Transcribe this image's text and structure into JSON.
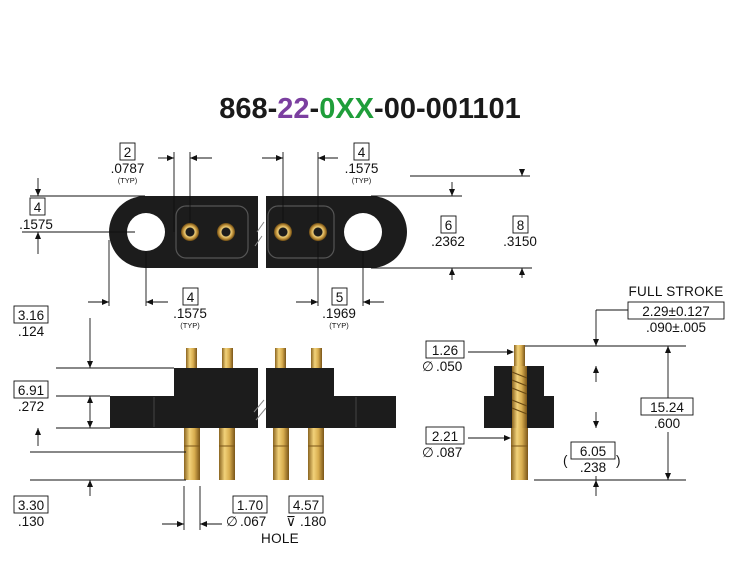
{
  "part_number": {
    "prefix": "868-",
    "positions": "22",
    "sep1": "-",
    "variant": "0XX",
    "suffix": "-00-001101"
  },
  "colors": {
    "text": "#1a1a1a",
    "positions_accent": "#7b3fa0",
    "variant_accent": "#1f9e3a",
    "housing": "#1c1c1c",
    "pin_gold": "#d4a84b"
  },
  "top_view": {
    "pitch_mm": "2",
    "pitch_in": ".0787",
    "pitch_typ": "(TYP)",
    "end_mm": "4",
    "end_in": ".1575",
    "end_typ": "(TYP)",
    "height_mm": "4",
    "height_in": ".1575",
    "body_mm": "6",
    "body_in": ".2362",
    "overall_mm": "8",
    "overall_in": ".3150",
    "hole_mm": "4",
    "hole_in": ".1575",
    "hole_typ": "(TYP)",
    "last_mm": "5",
    "last_in": ".1969",
    "last_typ": "(TYP)"
  },
  "front_view": {
    "top_mm": "3.16",
    "top_in": ".124",
    "body_mm": "6.91",
    "body_in": ".272",
    "tail_mm": "3.30",
    "tail_in": ".130",
    "hole_mm": "1.70",
    "hole_in": ".067",
    "depth_mm": "4.57",
    "depth_in": ".180",
    "hole_label": "HOLE"
  },
  "side_view": {
    "full_stroke": "FULL STROKE",
    "stroke_mm": "2.29±0.127",
    "stroke_in": ".090±.005",
    "plunger_mm": "1.26",
    "plunger_in": ".050",
    "barrel_mm": "2.21",
    "barrel_in": ".087",
    "length_mm": "15.24",
    "length_in": ".600",
    "ref_mm": "6.05",
    "ref_in": ".238",
    "diameter_symbol": "∅",
    "depth_symbol": "⊽"
  }
}
